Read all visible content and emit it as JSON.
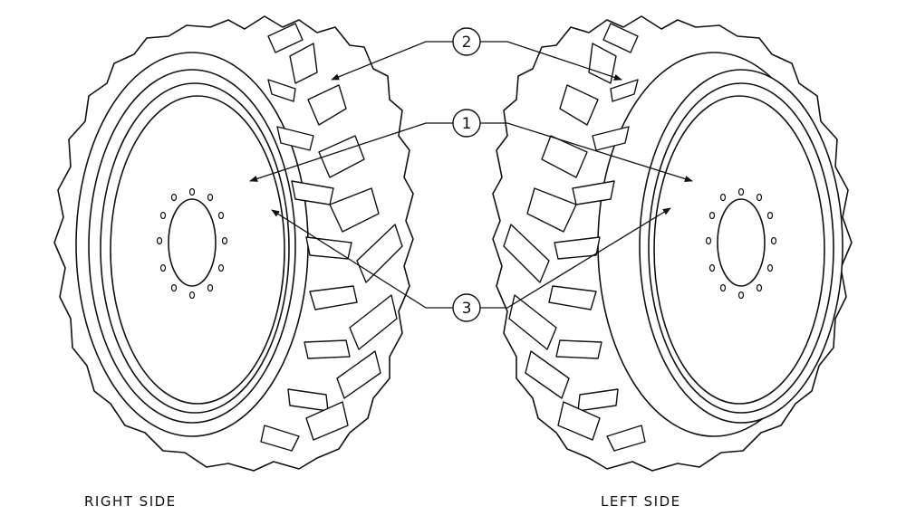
{
  "captions": {
    "right": "RIGHT SIDE",
    "left": "LEFT SIDE"
  },
  "callouts": [
    {
      "id": "1",
      "label": "1"
    },
    {
      "id": "2",
      "label": "2"
    },
    {
      "id": "3",
      "label": "3"
    }
  ],
  "colors": {
    "ink": "#111111",
    "paper": "#ffffff"
  }
}
